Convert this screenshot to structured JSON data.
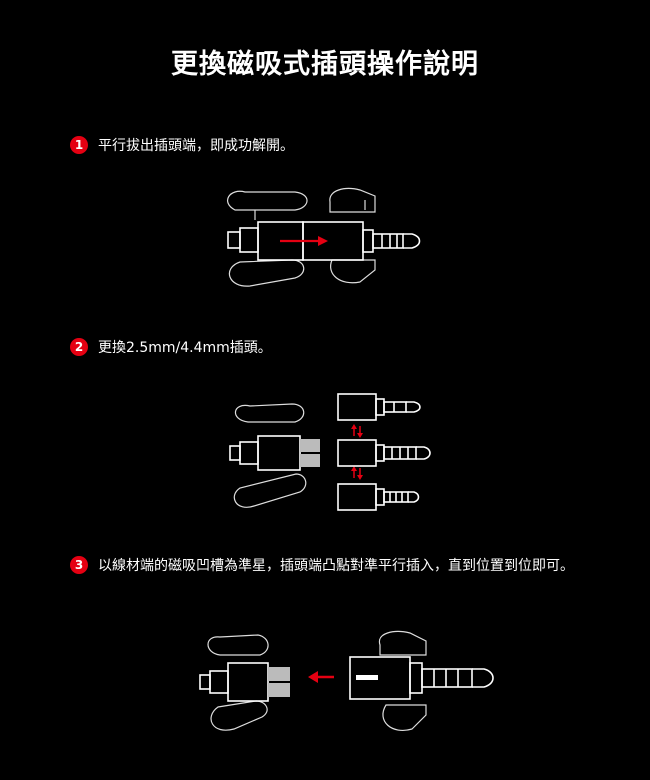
{
  "title": "更換磁吸式插頭操作說明",
  "steps": [
    {
      "number": "1",
      "text": "平行拔出插頭端，即成功解開。"
    },
    {
      "number": "2",
      "text": "更換2.5mm/4.4mm插頭。"
    },
    {
      "number": "3",
      "text": "以線材端的磁吸凹槽為準星，插頭端凸點對準平行插入，直到位置到位即可。"
    }
  ],
  "colors": {
    "background": "#000000",
    "accent": "#e50012",
    "line": "#ffffff"
  },
  "icons": [
    "pull-apart-arrow-icon",
    "swap-arrows-icon",
    "insert-arrow-icon"
  ]
}
